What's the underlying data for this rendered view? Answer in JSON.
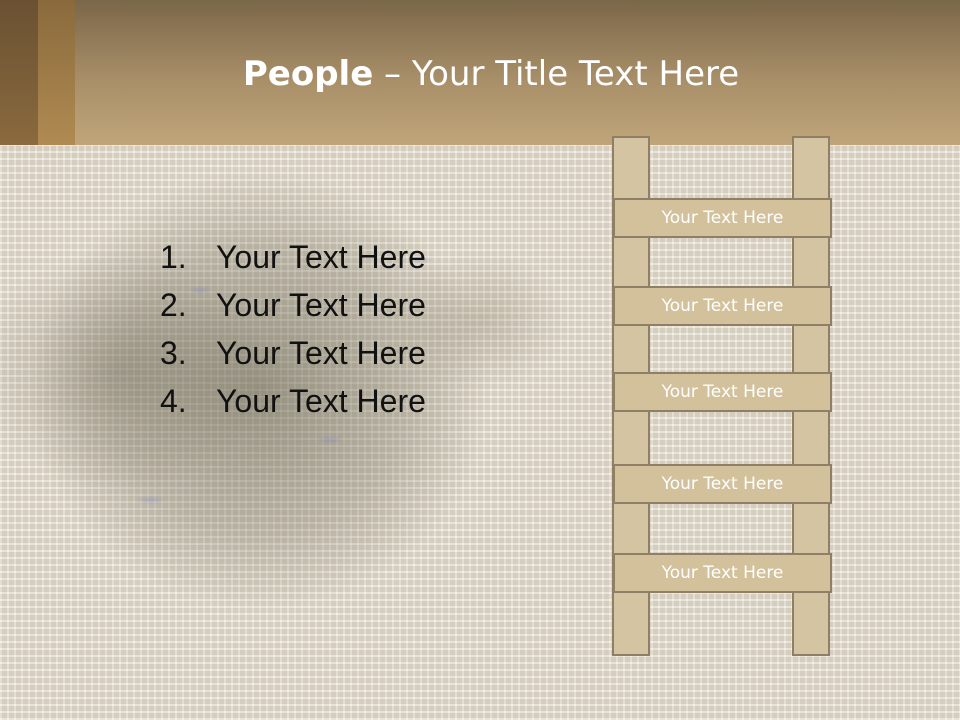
{
  "slide": {
    "title_bold": "People",
    "title_rest": " – Your Title Text Here",
    "list": [
      {
        "number": "1.",
        "text": "Your Text Here"
      },
      {
        "number": "2.",
        "text": "Your Text Here"
      },
      {
        "number": "3.",
        "text": "Your Text Here"
      },
      {
        "number": "4.",
        "text": "Your Text Here"
      }
    ],
    "ladder_rungs": [
      "Your Text Here",
      "Your Text Here",
      "Your Text Here",
      "Your Text Here",
      "Your Text Here"
    ]
  },
  "colors": {
    "header": "#a88f68",
    "ladder_fill": "#d3c19c",
    "ladder_border": "#8f7f66",
    "background": "#e3dccd"
  }
}
